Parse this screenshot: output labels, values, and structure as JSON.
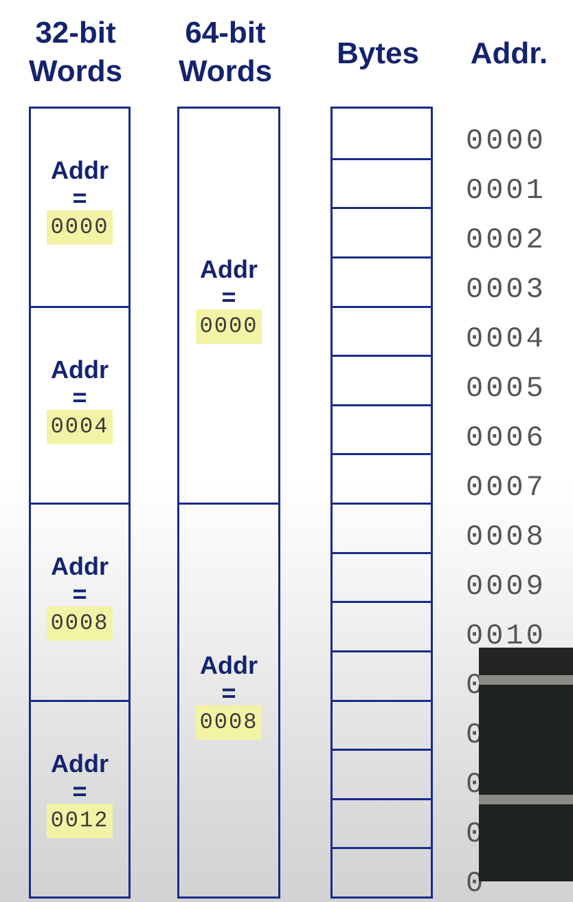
{
  "headers": {
    "words32": [
      "32-bit",
      "Words"
    ],
    "words64": [
      "64-bit",
      "Words"
    ],
    "bytes": "Bytes",
    "addr": "Addr."
  },
  "words32": [
    {
      "label": "Addr",
      "eq": "=",
      "value": "0000"
    },
    {
      "label": "Addr",
      "eq": "=",
      "value": "0004"
    },
    {
      "label": "Addr",
      "eq": "=",
      "value": "0008"
    },
    {
      "label": "Addr",
      "eq": "=",
      "value": "0012"
    }
  ],
  "words64": [
    {
      "label": "Addr",
      "eq": "=",
      "value": "0000"
    },
    {
      "label": "Addr",
      "eq": "=",
      "value": "0008"
    }
  ],
  "byte_count": 16,
  "addresses": [
    "0000",
    "0001",
    "0002",
    "0003",
    "0004",
    "0005",
    "0006",
    "0007",
    "0008",
    "0009",
    "0010",
    "0",
    "0",
    "0",
    "0",
    "0"
  ],
  "colors": {
    "accent": "#1b2a8a",
    "text": "#14236e",
    "highlight": "#f3f3a6"
  },
  "inset": {
    "label": "video-inset"
  }
}
